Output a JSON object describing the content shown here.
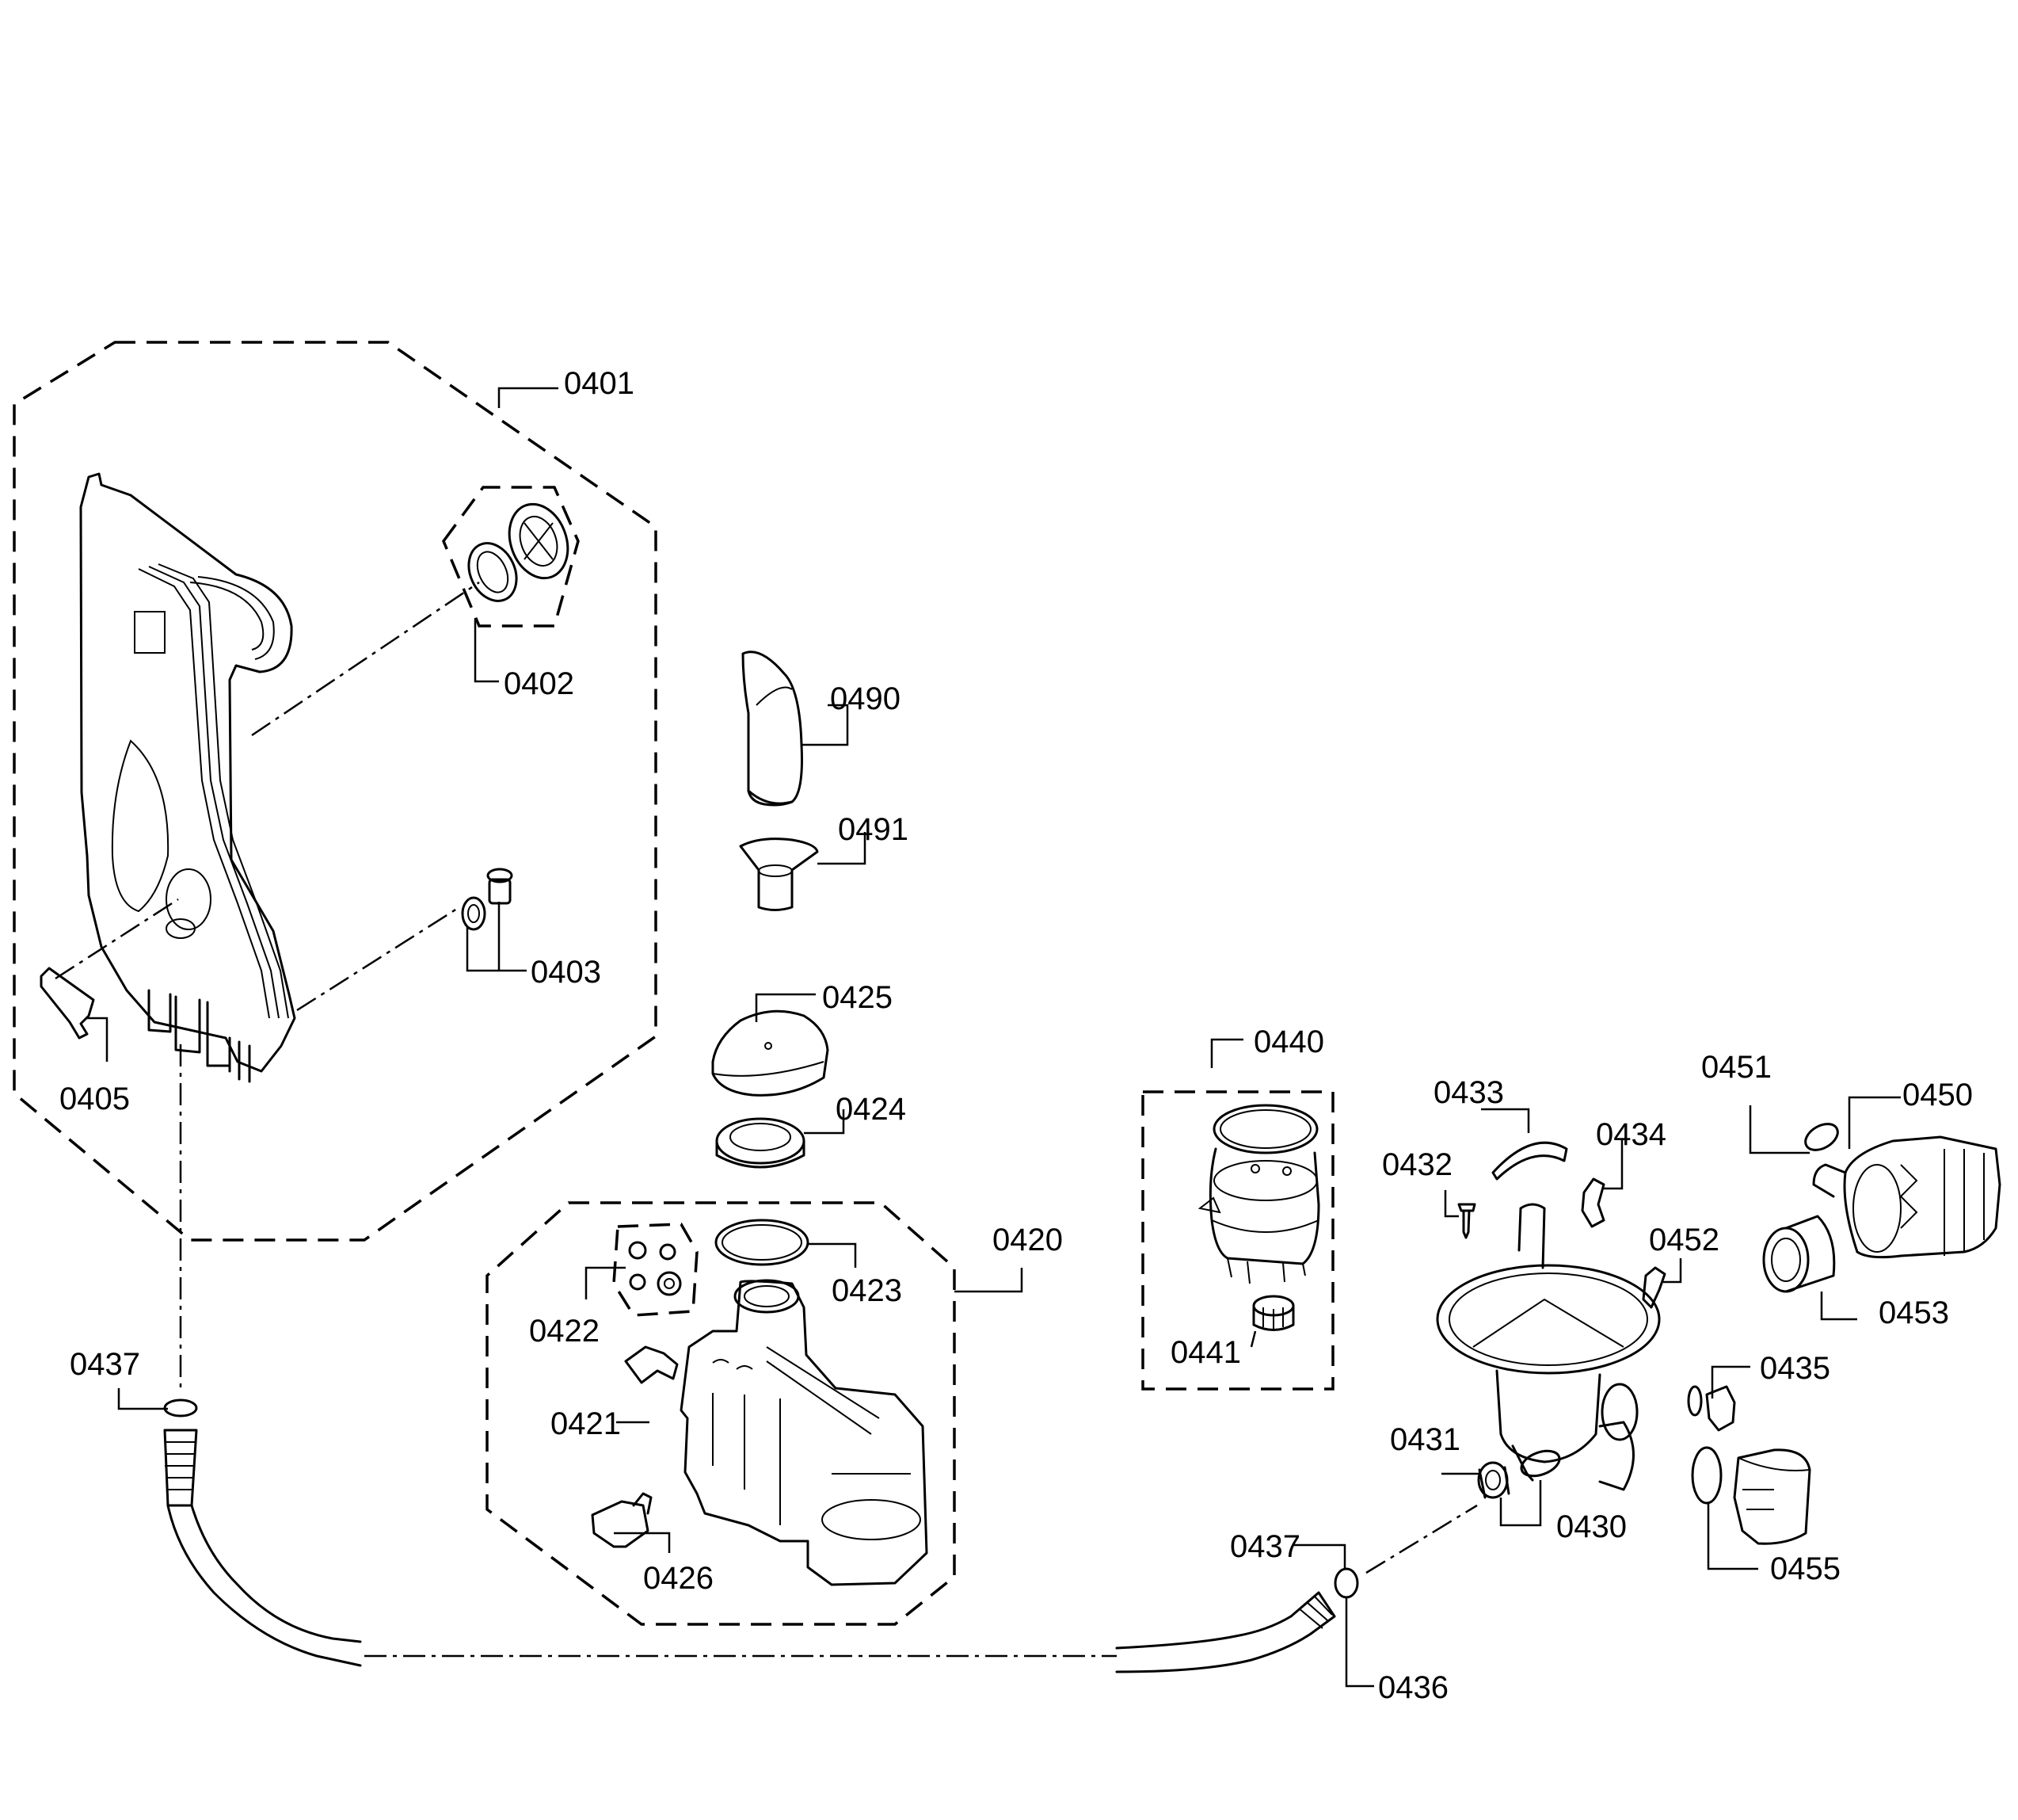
{
  "callouts": {
    "c0401": "0401",
    "c0402": "0402",
    "c0403": "0403",
    "c0405": "0405",
    "c0490": "0490",
    "c0491": "0491",
    "c0425": "0425",
    "c0424": "0424",
    "c0420": "0420",
    "c0423": "0423",
    "c0422": "0422",
    "c0421": "0421",
    "c0426": "0426",
    "c0437a": "0437",
    "c0437b": "0437",
    "c0436": "0436",
    "c0440": "0440",
    "c0441": "0441",
    "c0433": "0433",
    "c0434": "0434",
    "c0432": "0432",
    "c0452": "0452",
    "c0431": "0431",
    "c0430": "0430",
    "c0451": "0451",
    "c0450": "0450",
    "c0453": "0453",
    "c0435": "0435",
    "c0455": "0455"
  }
}
